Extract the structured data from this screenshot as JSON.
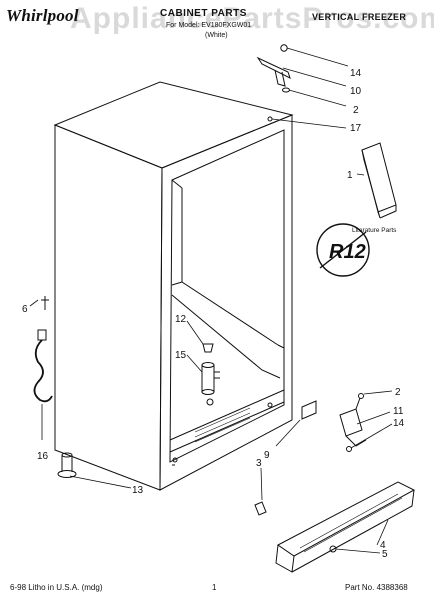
{
  "header": {
    "brand": "Whirlpool",
    "title": "CABINET PARTS",
    "subtitle": "VERTICAL FREEZER",
    "model_line1": "For Model: EV180FXGW01",
    "model_line2": "(White)",
    "watermark": "AppliancePartsPros.com"
  },
  "literature": {
    "label": "Literature Parts"
  },
  "badge": {
    "label": "R12"
  },
  "callouts": [
    {
      "id": "c14a",
      "text": "14"
    },
    {
      "id": "c10",
      "text": "10"
    },
    {
      "id": "c2a",
      "text": "2"
    },
    {
      "id": "c17",
      "text": "17"
    },
    {
      "id": "c1",
      "text": "1"
    },
    {
      "id": "c6",
      "text": "6"
    },
    {
      "id": "c12",
      "text": "12"
    },
    {
      "id": "c15",
      "text": "15"
    },
    {
      "id": "c16",
      "text": "16"
    },
    {
      "id": "c13",
      "text": "13"
    },
    {
      "id": "c9",
      "text": "9"
    },
    {
      "id": "c3",
      "text": "3"
    },
    {
      "id": "c2b",
      "text": "2"
    },
    {
      "id": "c11",
      "text": "11"
    },
    {
      "id": "c14b",
      "text": "14"
    },
    {
      "id": "c4",
      "text": "4"
    },
    {
      "id": "c5",
      "text": "5"
    }
  ],
  "footer": {
    "left": "6-98 Litho in U.S.A. (mdg)",
    "center": "1",
    "right": "Part No. 4388368"
  }
}
